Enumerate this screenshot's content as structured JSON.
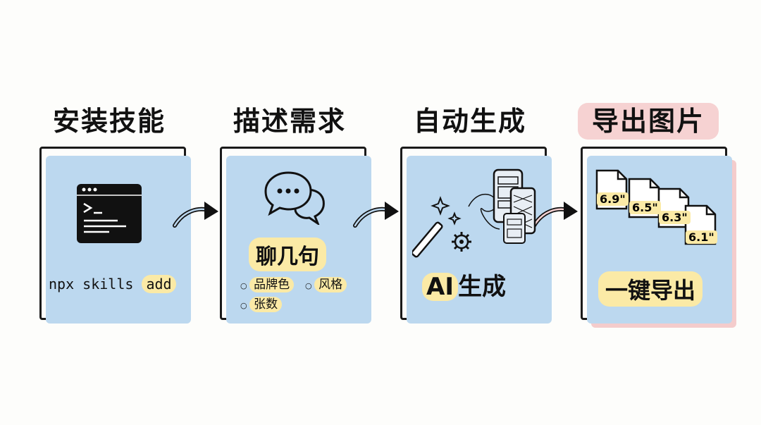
{
  "steps": [
    {
      "title": "安装技能",
      "command_prefix": "npx skills ",
      "command_highlight": "add",
      "icon": "terminal-icon"
    },
    {
      "title": "描述需求",
      "label": "聊几句",
      "bullets": [
        "品牌色",
        "风格",
        "张数"
      ],
      "icon": "chat-bubbles-icon"
    },
    {
      "title": "自动生成",
      "label_ai": "AI",
      "label_rest": "生成",
      "icon": "magic-wand-icon"
    },
    {
      "title": "导出图片",
      "label": "一键导出",
      "sizes": [
        "6.9\"",
        "6.5\"",
        "6.3\"",
        "6.1\""
      ],
      "icon": "file-stack-icon"
    }
  ],
  "colors": {
    "card_fill": "#bcd8ef",
    "highlight_yellow": "#fbeaa6",
    "highlight_pink": "#f6d2d2",
    "ink": "#1a1a1a"
  }
}
